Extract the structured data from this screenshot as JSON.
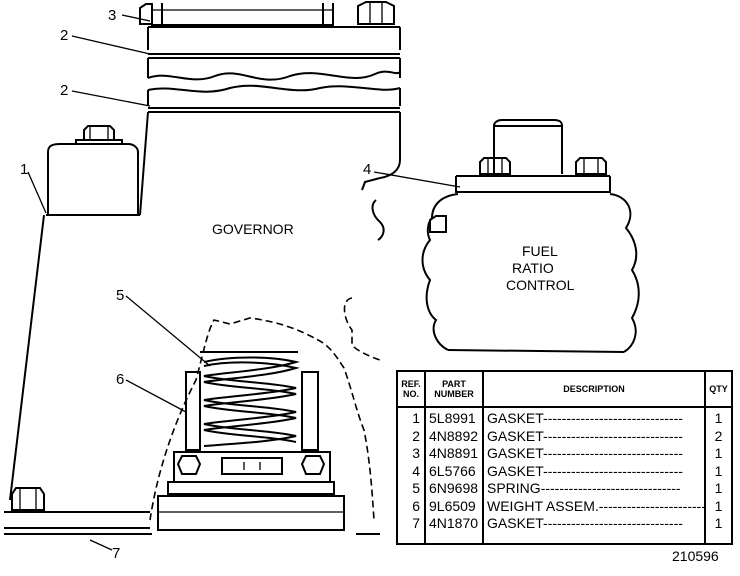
{
  "labels": {
    "governor": "GOVERNOR",
    "fuel": "FUEL",
    "ratio": "RATIO",
    "control": "CONTROL"
  },
  "callouts": [
    "1",
    "2",
    "2",
    "3",
    "4",
    "5",
    "6",
    "7"
  ],
  "table": {
    "headers": {
      "ref": [
        "REF.",
        "NO."
      ],
      "part": [
        "PART",
        "NUMBER"
      ],
      "desc": "DESCRIPTION",
      "qty": "QTY"
    },
    "rows": [
      {
        "ref": "1",
        "part": "5L8991",
        "desc": "GASKET",
        "qty": "1"
      },
      {
        "ref": "2",
        "part": "4N8892",
        "desc": "GASKET",
        "qty": "2"
      },
      {
        "ref": "3",
        "part": "4N8891",
        "desc": "GASKET",
        "qty": "1"
      },
      {
        "ref": "4",
        "part": "6L5766",
        "desc": "GASKET",
        "qty": "1"
      },
      {
        "ref": "5",
        "part": "6N9698",
        "desc": "SPRING",
        "qty": "1"
      },
      {
        "ref": "6",
        "part": "9L6509",
        "desc": "WEIGHT ASSEM.",
        "qty": "1"
      },
      {
        "ref": "7",
        "part": "4N1870",
        "desc": "GASKET",
        "qty": "1"
      }
    ]
  },
  "drawing_number": "210596"
}
